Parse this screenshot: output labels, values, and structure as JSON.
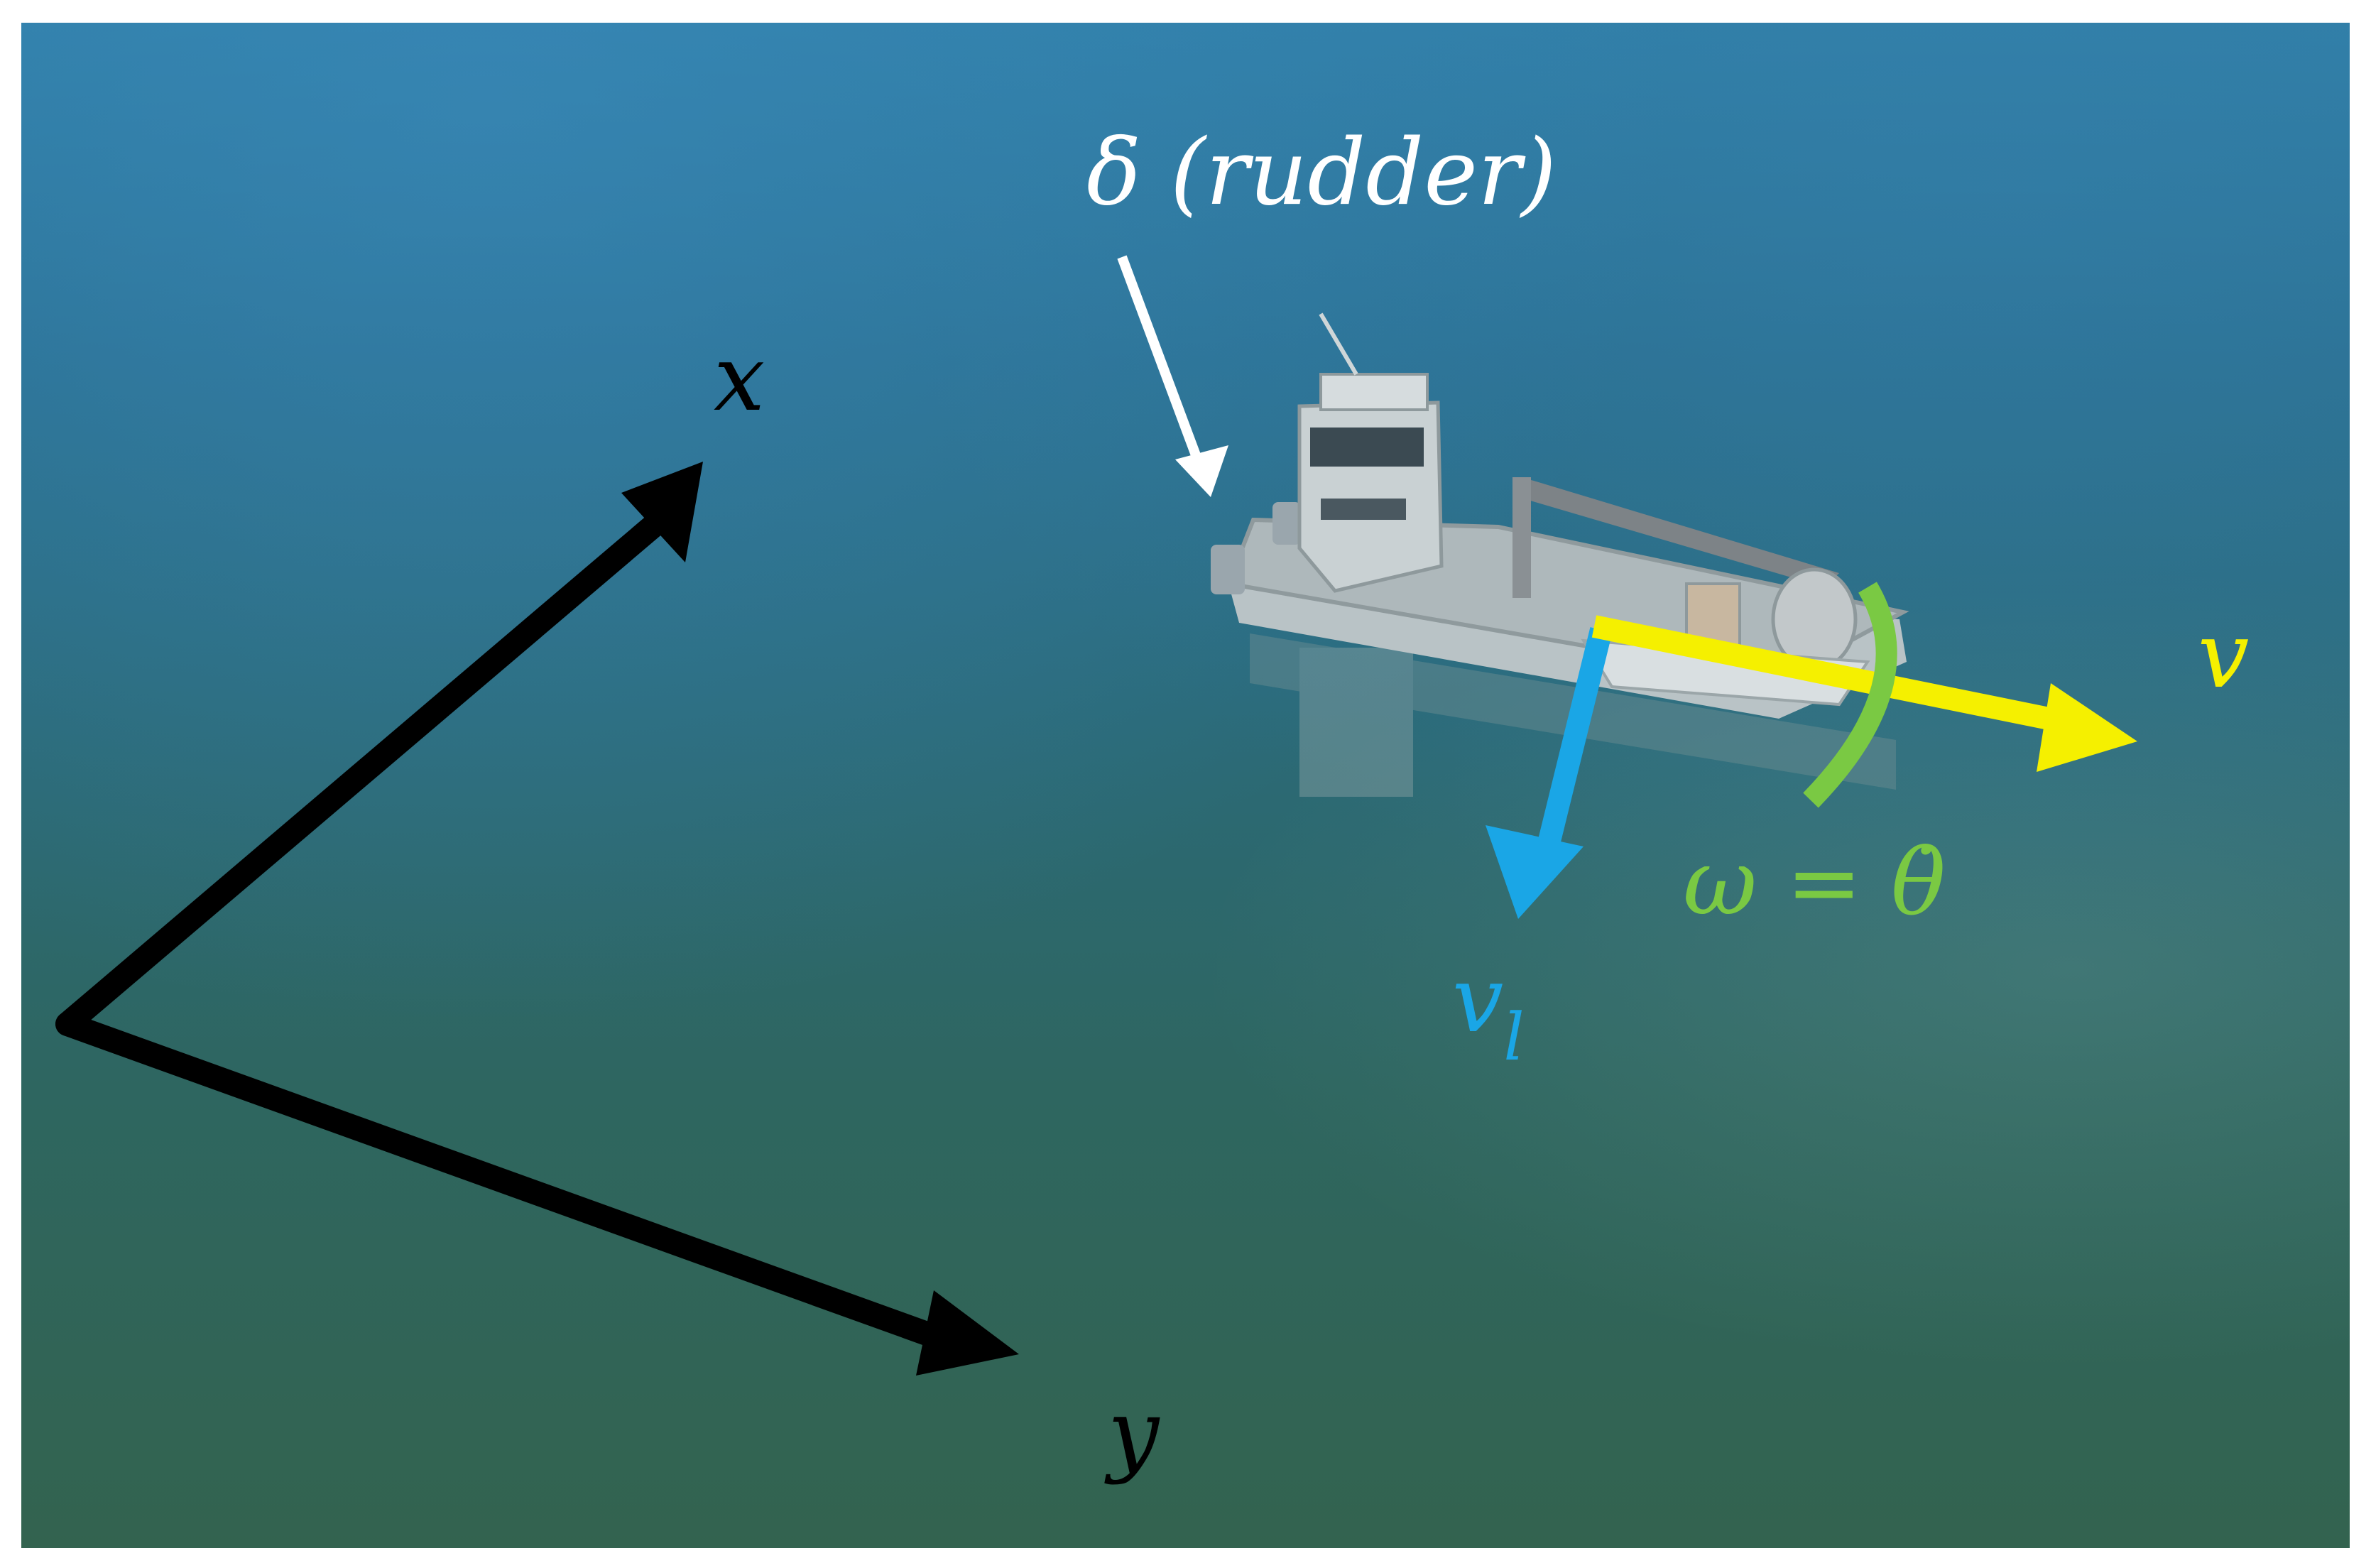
{
  "labels": {
    "rudder": "δ (rudder)",
    "x_axis": "x",
    "y_axis": "y",
    "velocity": "v",
    "lateral_velocity_main": "v",
    "lateral_velocity_sub": "l",
    "angular_velocity": "ω = θ̇"
  },
  "colors": {
    "axes": "#000000",
    "rudder_arrow": "#ffffff",
    "velocity": "#f5f000",
    "lateral_velocity": "#1aa6e6",
    "angular_velocity": "#7ac943",
    "water": "#2e6b78"
  }
}
